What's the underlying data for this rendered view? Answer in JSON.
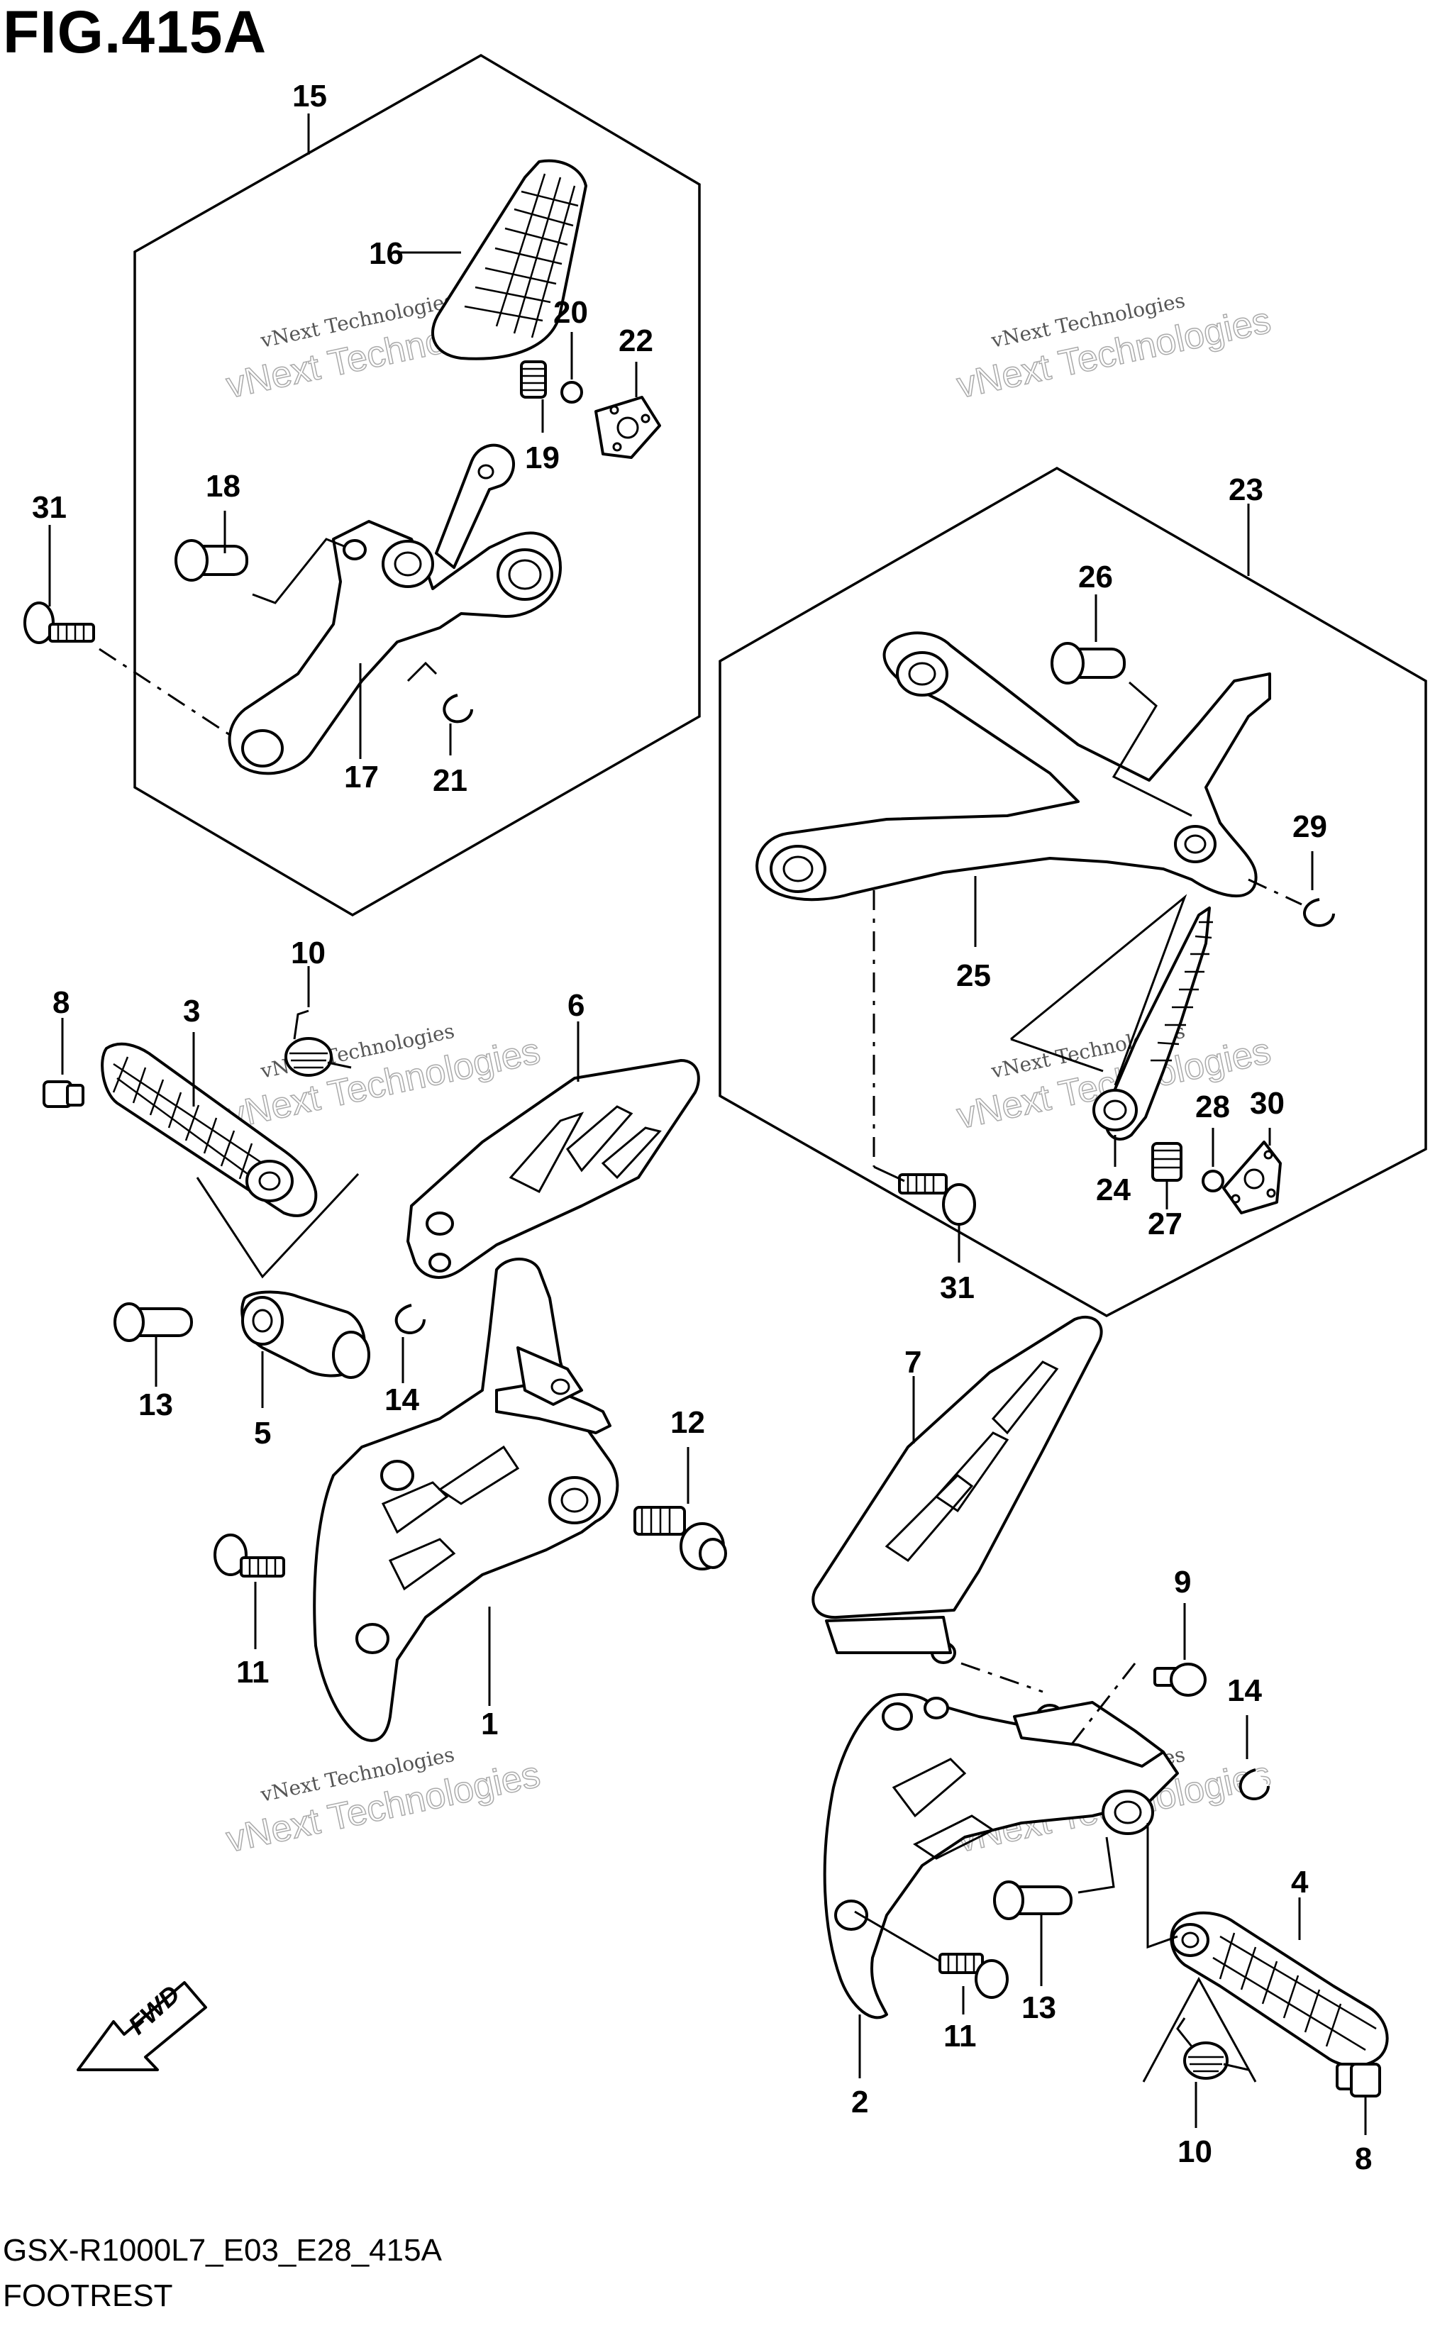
{
  "figure": {
    "title": "FIG.415A",
    "code": "GSX-R1000L7_E03_E28_415A",
    "name": "FOOTREST"
  },
  "watermark": {
    "line1": "vNext Technologies",
    "line2": "vNext Technologies"
  },
  "fwd_arrow": {
    "label": "FWD"
  },
  "callouts": [
    "15",
    "16",
    "20",
    "22",
    "19",
    "18",
    "31",
    "17",
    "21",
    "23",
    "26",
    "29",
    "25",
    "10",
    "8",
    "3",
    "6",
    "28",
    "30",
    "24",
    "27",
    "31",
    "13",
    "14",
    "5",
    "12",
    "7",
    "9",
    "14",
    "1",
    "11",
    "4",
    "13",
    "11",
    "2",
    "10",
    "8"
  ]
}
